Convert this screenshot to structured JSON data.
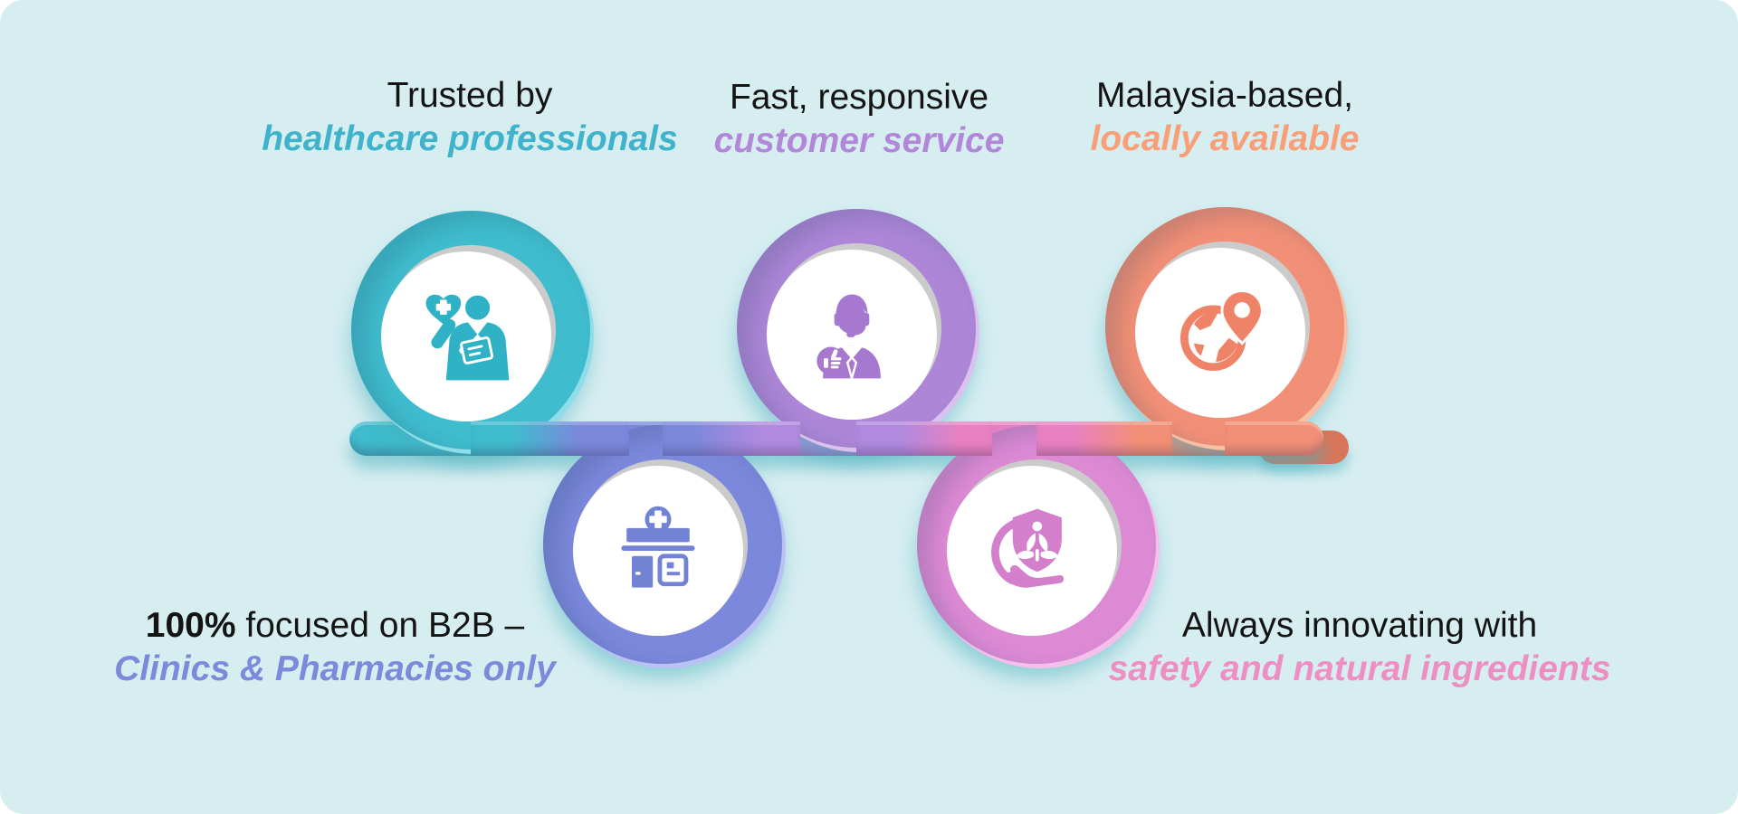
{
  "infographic": {
    "background_color": "#d7eef1",
    "items": [
      {
        "line1": "Trusted by",
        "line2": "healthcare professionals",
        "ring_color": "#3fbccd",
        "text_color": "#3fb3cb",
        "icon": "doctor-heart-icon",
        "row": "top"
      },
      {
        "line1": "Fast, responsive",
        "line2": "customer service",
        "ring_color": "#ad86d7",
        "text_color": "#b287d9",
        "icon": "support-agent-icon",
        "row": "top"
      },
      {
        "line1": "Malaysia-based,",
        "line2": "locally available",
        "ring_color": "#f29077",
        "text_color": "#f89f78",
        "icon": "globe-location-icon",
        "row": "top"
      },
      {
        "line1_bold": "100%",
        "line1": " focused on B2B –",
        "line2": "Clinics & Pharmacies only",
        "ring_color": "#7b88dc",
        "text_color": "#7b8ada",
        "icon": "pharmacy-store-icon",
        "row": "bottom"
      },
      {
        "line1": "Always innovating with",
        "line2": "safety and natural ingredients",
        "ring_color": "#dd8ad5",
        "text_color": "#ee8fc4",
        "icon": "shield-nature-icon",
        "row": "bottom"
      }
    ],
    "ribbon": {
      "segment_colors": [
        "#3fbccd",
        "#7b88dc",
        "#b18ade",
        "#e980c2",
        "#f29077"
      ],
      "right_cap_shadow_color": "#d9765a"
    }
  }
}
